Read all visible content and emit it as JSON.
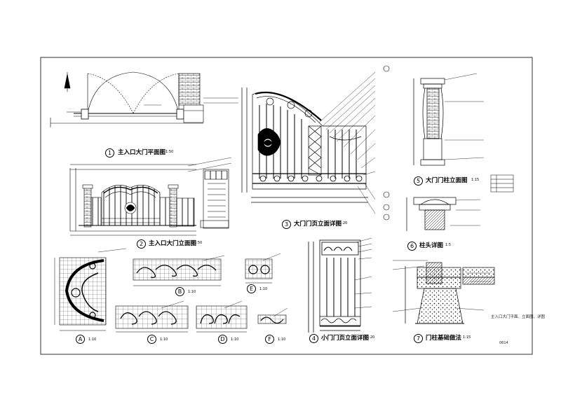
{
  "sheet": {
    "sheet_code": "0614"
  },
  "views": {
    "v1": {
      "num": "1",
      "title": "主入口大门平面图",
      "scale": "1:50"
    },
    "v2": {
      "num": "2",
      "title": "主入口大门立面图",
      "scale": "1:50"
    },
    "v3": {
      "num": "3",
      "title": "大门门页立面详图",
      "scale": "1:20"
    },
    "v4": {
      "num": "4",
      "title": "小门门页立面详图",
      "scale": "1:20"
    },
    "v5": {
      "num": "5",
      "title": "大门门柱立面图",
      "scale": "1:15"
    },
    "v6": {
      "num": "6",
      "title": "柱头详图",
      "scale": "1:5"
    },
    "v7": {
      "num": "7",
      "title": "门柱基础做法",
      "scale": "1:15"
    },
    "dA": {
      "letter": "A",
      "scale": "1:10"
    },
    "dB": {
      "letter": "B",
      "scale": "1:10"
    },
    "dC": {
      "letter": "C",
      "scale": "1:10"
    },
    "dD": {
      "letter": "D",
      "scale": "1:10"
    },
    "dE": {
      "letter": "E",
      "scale": "1:10"
    },
    "dF": {
      "letter": "F",
      "scale": "1:10"
    }
  },
  "footer_note": "主入口大门平面、立面图、详图",
  "colors": {
    "line": "#000000",
    "paper": "#ffffff"
  },
  "icons": {
    "north_arrow": "north-arrow-icon"
  }
}
